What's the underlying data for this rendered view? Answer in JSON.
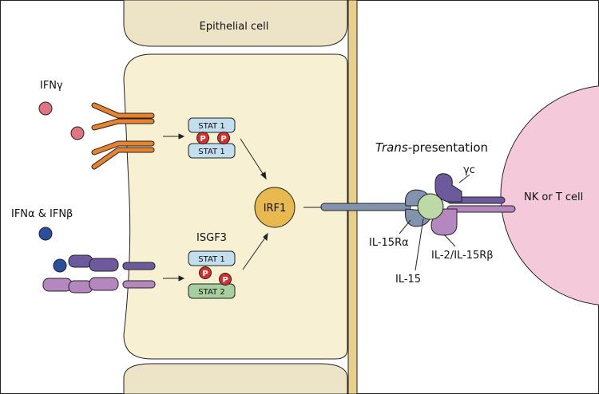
{
  "labels": {
    "epithelial_cell": "Epithelial cell",
    "ifn_gamma": "IFNγ",
    "ifn_alpha_beta": "IFNα & IFNβ",
    "stat1_top": "STAT 1",
    "stat1_bottom": "STAT 1",
    "isgf3": "ISGF3",
    "stat1_isgf3": "STAT 1",
    "stat2": "STAT 2",
    "phospho": "P",
    "irf1": "IRF1",
    "trans_italic": "Trans",
    "trans_rest": "-presentation",
    "gamma_c": "γc",
    "il15ra": "IL-15Rα",
    "il15": "IL-15",
    "il2_il15rb": "IL-2/IL-15Rβ",
    "nk_t_cell": "NK or T cell"
  },
  "colors": {
    "cytoplasm": "#f7f0d3",
    "neighbor_cell": "#ede3c7",
    "membrane": "#e9cf8c",
    "orange_receptor": "#e8822e",
    "ifn_gamma_ball": "#e07480",
    "ifn_ab_ball": "#2a4f9c",
    "dark_purple": "#6c5a9d",
    "light_purple": "#b488bf",
    "stat_blue": "#c3dfee",
    "stat_green": "#a8cfa0",
    "phospho_red": "#d92e2e",
    "irf1_gold": "#e8b94e",
    "il15ra_blue": "#8393ad",
    "il15_green": "#bcd9a6",
    "nk_pink": "#f4c9da"
  }
}
